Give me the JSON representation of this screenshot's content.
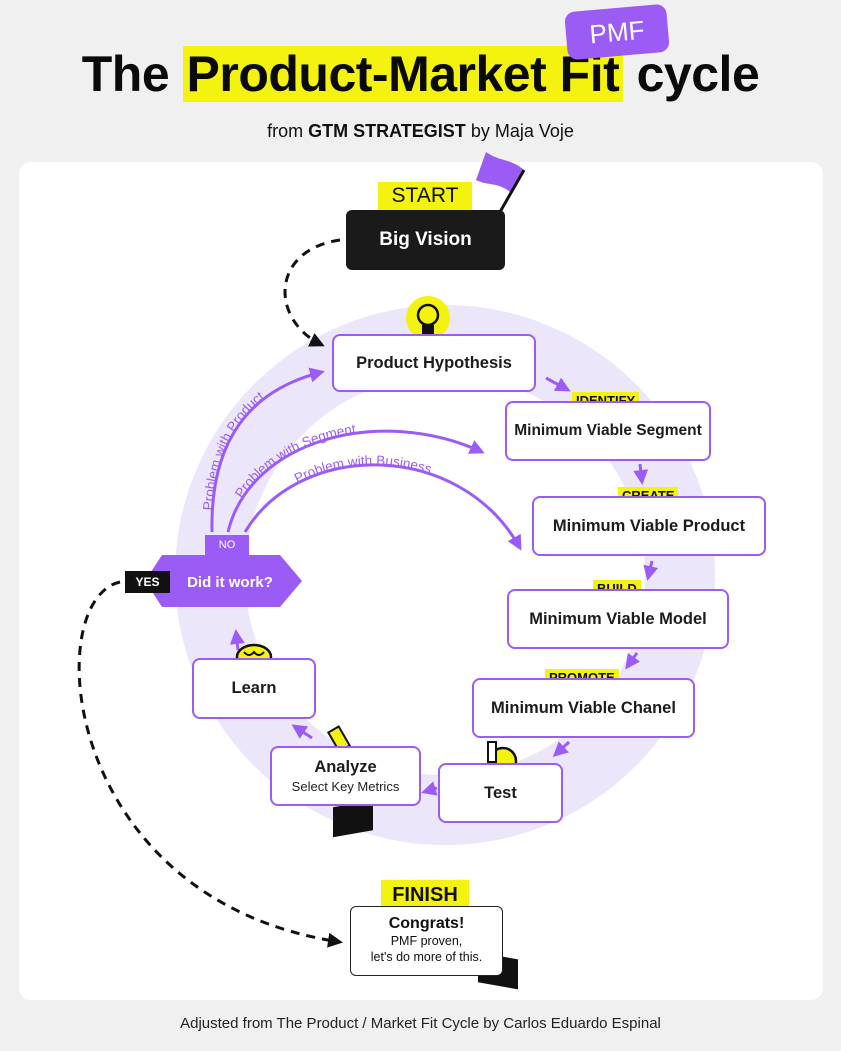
{
  "header": {
    "title_pre": "The ",
    "title_highlight": "Product-Market Fit",
    "title_post": " cycle",
    "badge": "PMF",
    "subtitle_from": "from ",
    "subtitle_brand": "GTM STRATEGIST",
    "subtitle_by": " by Maja Voje"
  },
  "start": {
    "tag": "START",
    "label": "Big Vision"
  },
  "steps": {
    "hypothesis": "Product Hypothesis",
    "segment_tag": "IDENTIFY",
    "segment": "Minimum Viable Segment",
    "product_tag": "CREATE",
    "product": "Minimum Viable Product",
    "model_tag": "BUILD",
    "model": "Minimum Viable Model",
    "channel_tag": "PROMOTE",
    "channel": "Minimum Viable Chanel",
    "test": "Test",
    "analyze": "Analyze",
    "analyze_sub": "Select Key Metrics",
    "learn": "Learn"
  },
  "decision": {
    "question": "Did it work?",
    "yes": "YES",
    "no": "NO"
  },
  "feedback": {
    "product": "Problem with Product",
    "segment": "Problem with Segment",
    "business": "Problem with Business"
  },
  "finish": {
    "tag": "FINISH",
    "title": "Congrats!",
    "line1": "PMF proven,",
    "line2": "let's do more of this."
  },
  "footer": "Adjusted from The Product / Market Fit Cycle by Carlos Eduardo Espinal",
  "colors": {
    "accent": "#9b5cf6",
    "highlight": "#f4f20f",
    "dark": "#1a1a1a",
    "ring": "#ece6fb"
  }
}
